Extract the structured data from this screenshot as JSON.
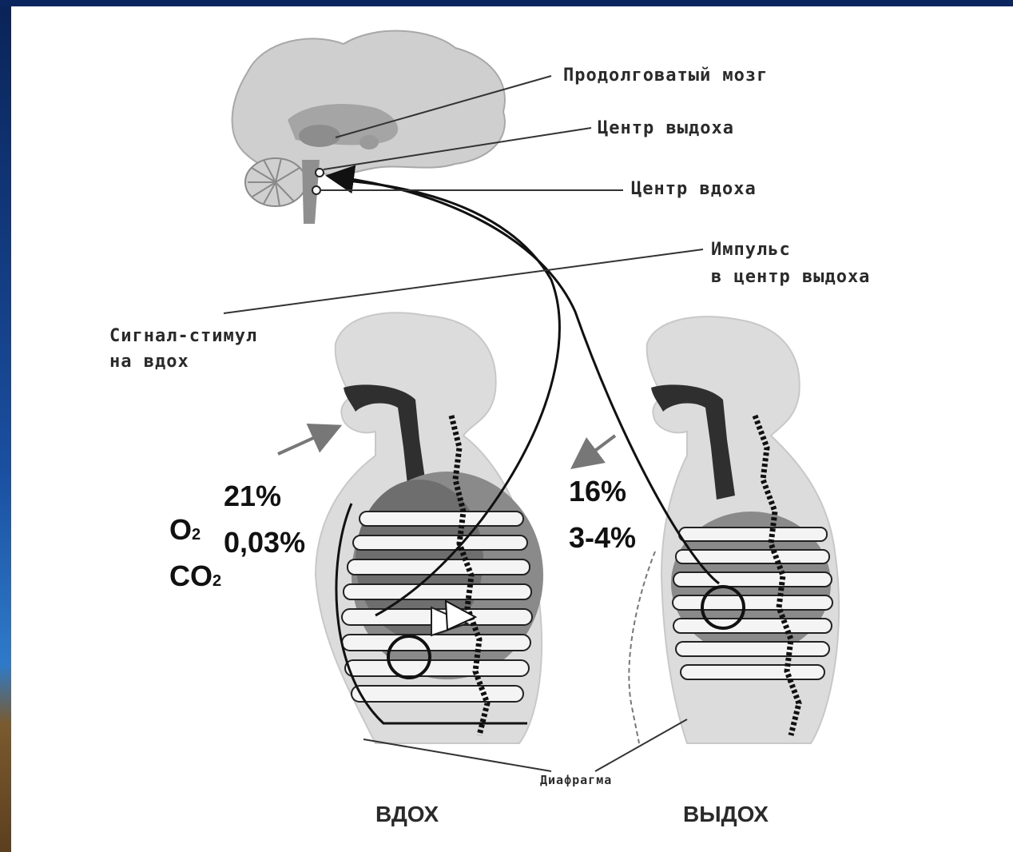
{
  "labels": {
    "medulla": "Продолговатый мозг",
    "exhale_center": "Центр выдоха",
    "inhale_center": "Центр вдоха",
    "impulse_line1": "Импульс",
    "impulse_line2": "в центр выдоха",
    "signal_line1": "Сигнал-стимул",
    "signal_line2": "на вдох",
    "diaphragm": "Диафрагма",
    "inhale": "ВДОХ",
    "exhale": "ВЫДОХ"
  },
  "inhaled_air": {
    "o2_symbol": "O",
    "o2_sub": "2",
    "o2_value": "21%",
    "co2_symbol": "CO",
    "co2_sub": "2",
    "co2_value": "0,03%"
  },
  "exhaled_air": {
    "o2_value": "16%",
    "co2_value": "3-4%"
  },
  "colors": {
    "frame": "#0c2a63",
    "body_fill": "#d9d9d9",
    "organ_dark": "#3a3a3a",
    "organ_mid": "#8a8a8a"
  }
}
